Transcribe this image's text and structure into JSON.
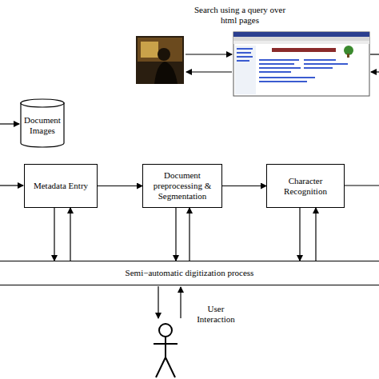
{
  "diagram": {
    "nodes": [
      {
        "text": [
          "Document Images"
        ]
      },
      {
        "text": [
          "Metadata Entry"
        ]
      },
      {
        "text": [
          "Document preprocessing & Segmentation"
        ]
      },
      {
        "text": [
          "Character Recognition"
        ]
      },
      {
        "text": [
          "Semi−automatic digitization process"
        ]
      }
    ],
    "edges": [
      {
        "from": 1,
        "to": 2,
        "arrow": "to"
      },
      {
        "from": 2,
        "to": 3,
        "arrow": "to"
      },
      {
        "from": 1,
        "to": 4,
        "arrow": "to"
      },
      {
        "from": 4,
        "to": 1,
        "arrow": "to"
      },
      {
        "from": 2,
        "to": 4,
        "arrow": "to"
      },
      {
        "from": 4,
        "to": 2,
        "arrow": "to"
      },
      {
        "from": 3,
        "to": 4,
        "arrow": "to"
      },
      {
        "from": 4,
        "to": 3,
        "arrow": "to"
      }
    ],
    "labels": [
      "Search using a query over html pages",
      "User Interaction"
    ]
  }
}
